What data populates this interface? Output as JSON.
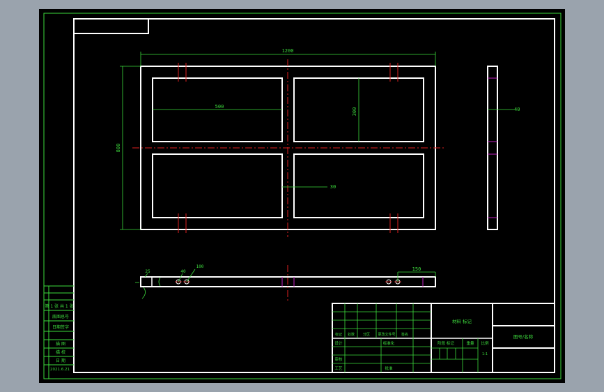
{
  "viewport": {
    "background": "#9aa3ad",
    "canvas_color": "#000000",
    "frame_color": "#ffffff",
    "dimension_color": "#3ddc3d",
    "centerline_color": "#e02020",
    "hidden_color": "#c020c0"
  },
  "dimensions": {
    "overall_width": "1200",
    "overall_height": "800",
    "pane_width": "500",
    "pane_height": "300",
    "mullion": "30",
    "side_thickness": "40",
    "bottom_hole_pitch": "150",
    "bottom_offset_a": "25",
    "bottom_offset_b": "40",
    "bottom_offset_c": "100"
  },
  "left_strip": {
    "lines": [
      "第 1 张 共 1 张",
      "底图总号",
      "日期签字",
      "描 图",
      "描 校",
      "日 期",
      "2021.6.21"
    ]
  },
  "title_block": {
    "material_label": "材料 标记",
    "drawing_no_label": "图号/名称",
    "row_labels": [
      "标记",
      "处数",
      "分区",
      "更改文件号",
      "签名"
    ],
    "design_label": "设计",
    "standard_label": "标准化",
    "review_label": "审核",
    "process_label": "工艺",
    "approve_label": "批准",
    "stage_label": "阶段 标记",
    "weight_label": "重量",
    "scale_label": "比例",
    "scale_value": "1:1"
  }
}
